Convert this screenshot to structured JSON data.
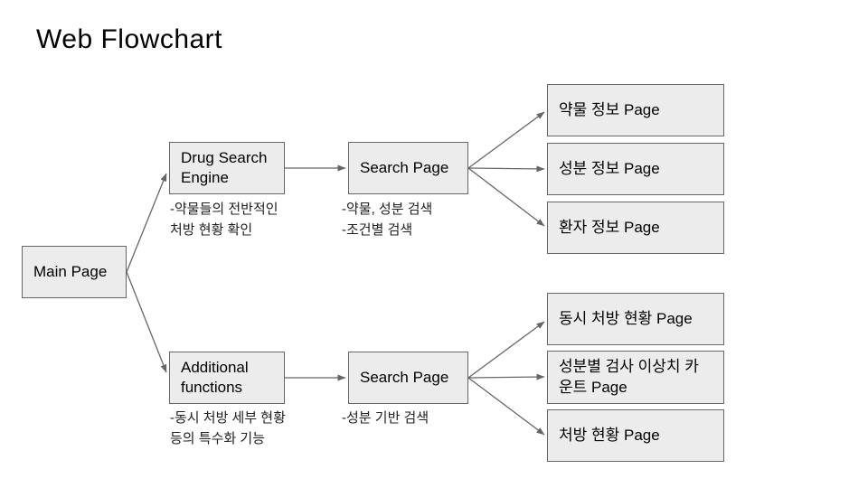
{
  "title": "Web Flowchart",
  "colors": {
    "background": "#ffffff",
    "box_fill": "#ececec",
    "box_border": "#666666",
    "arrow": "#666666",
    "text": "#000000"
  },
  "nodes": {
    "main_page": {
      "label": "Main Page"
    },
    "drug_search_engine": {
      "label": "Drug Search Engine"
    },
    "search_page_top": {
      "label": "Search Page"
    },
    "drug_info": {
      "label": "약물 정보 Page"
    },
    "ingredient_info": {
      "label": "성분 정보 Page"
    },
    "patient_info": {
      "label": "환자 정보 Page"
    },
    "additional_functions": {
      "label": "Additional functions"
    },
    "search_page_bottom": {
      "label": "Search Page"
    },
    "concurrent_prescription": {
      "label": "동시 처방 현황 Page"
    },
    "ingredient_test_outlier": {
      "label": "성분별 검사 이상치 카운트 Page"
    },
    "prescription_status": {
      "label": "처방 현황 Page"
    }
  },
  "annotations": {
    "drug_search_note": "-약물들의 전반적인\n처방 현황 확인",
    "search_top_note": "-약물, 성분 검색\n-조건별 검색",
    "additional_note": "-동시 처방 세부 현황\n등의 특수화 기능",
    "search_bottom_note": "-성분 기반 검색"
  },
  "edges": [
    "Main Page → Drug Search Engine",
    "Main Page → Additional functions",
    "Drug Search Engine → Search Page",
    "Search Page → 약물 정보 Page",
    "Search Page → 성분 정보 Page",
    "Search Page → 환자 정보 Page",
    "Additional functions → Search Page",
    "Search Page → 동시 처방 현황 Page",
    "Search Page → 성분별 검사 이상치 카운트 Page",
    "Search Page → 처방 현황 Page"
  ]
}
